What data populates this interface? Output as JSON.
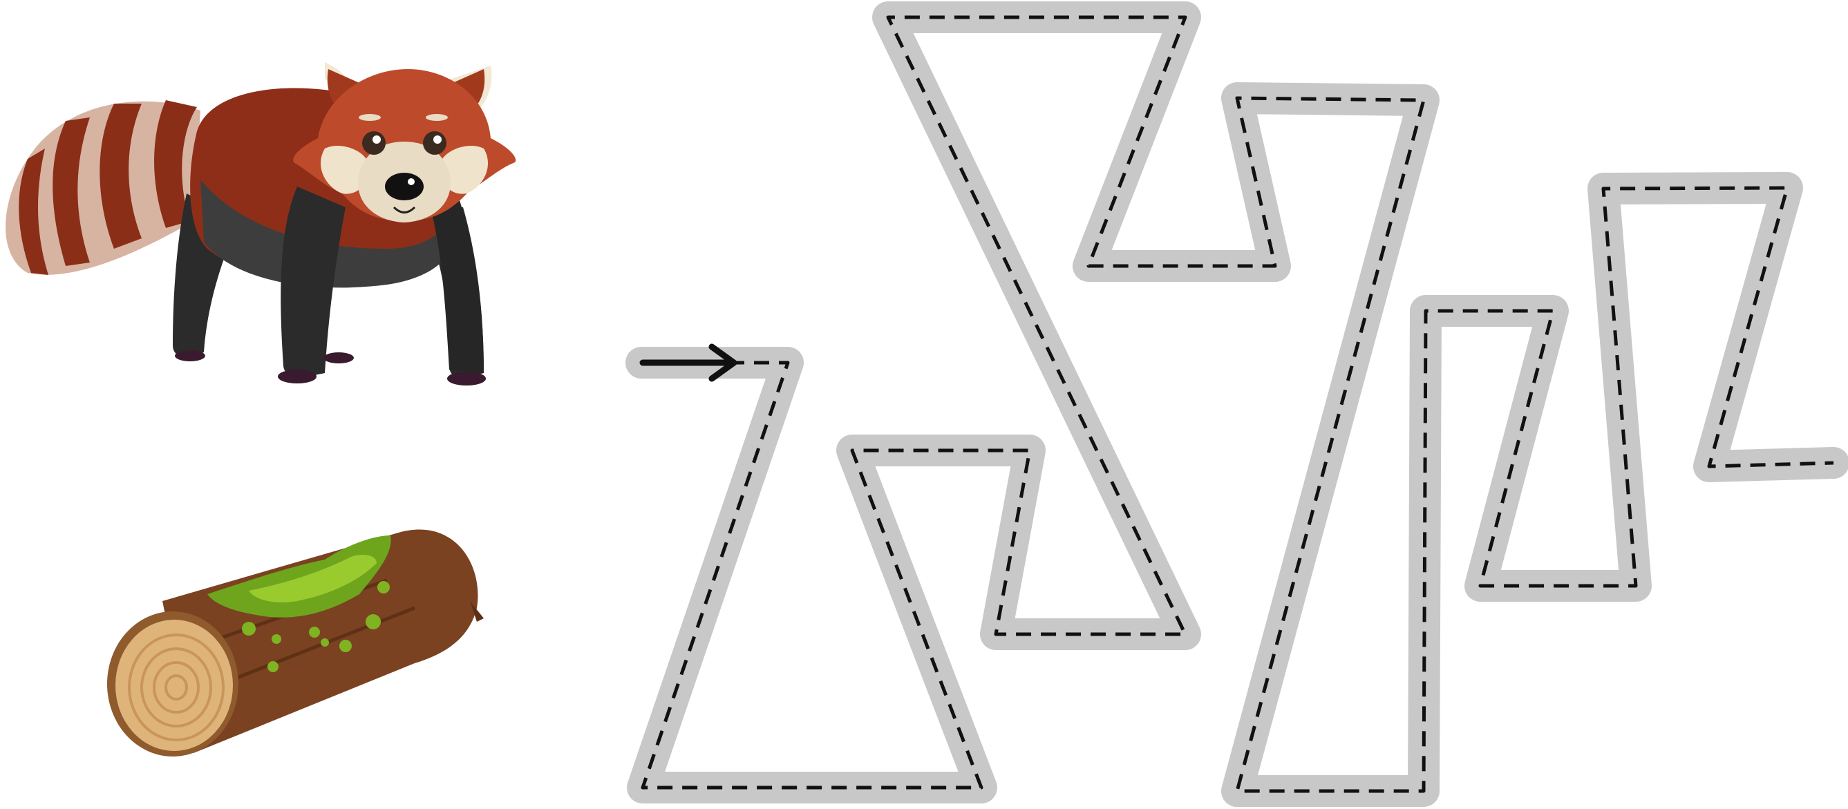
{
  "worksheet": {
    "activity": "trace-the-line",
    "start_marker_icon": "arrow-right-icon",
    "characters": [
      {
        "name": "red-panda",
        "icon": "red-panda-illustration"
      },
      {
        "name": "mossy-log",
        "icon": "log-with-moss-illustration"
      }
    ],
    "colors": {
      "path_band": "#c8c8c8",
      "dash_line": "#111111",
      "panda_fur": "#b8452a",
      "panda_dark": "#2e2e2e",
      "log_bark": "#7a4221",
      "log_end": "#deb47a",
      "moss": "#7fb321"
    }
  }
}
